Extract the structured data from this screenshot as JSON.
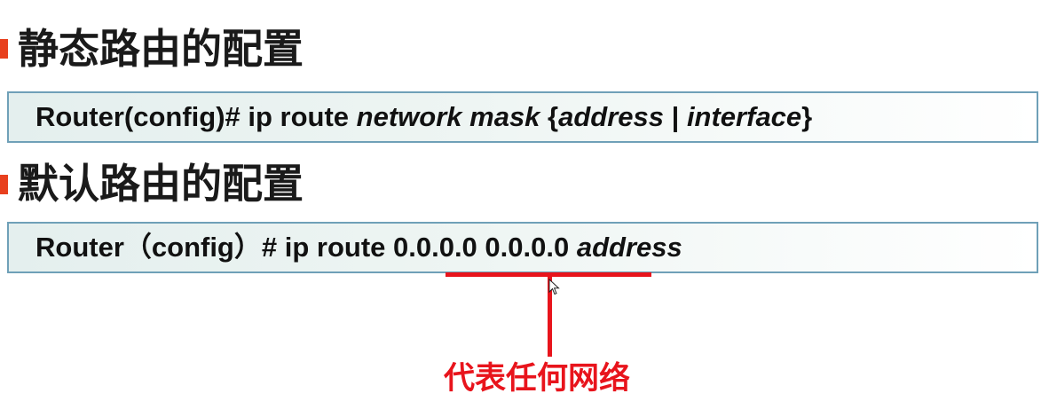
{
  "sections": [
    {
      "heading": "静态路由的配置",
      "command": {
        "prefix": "Router(config)# ip route ",
        "network": "network",
        "space1": " ",
        "mask": "mask",
        "brace_open": " {",
        "address": "address",
        "separator": " | ",
        "interface": "interface",
        "brace_close": "}"
      }
    },
    {
      "heading": "默认路由的配置",
      "command": {
        "prefix": "Router（config）# ip route 0.0.0.0 0.0.0.0 ",
        "address": "address"
      }
    }
  ],
  "annotation": {
    "text": "代表任何网络"
  },
  "colors": {
    "bullet": "#e8401e",
    "box_border": "#6fa0b8",
    "box_fill": "#e4efee",
    "annotation": "#e8141c"
  }
}
